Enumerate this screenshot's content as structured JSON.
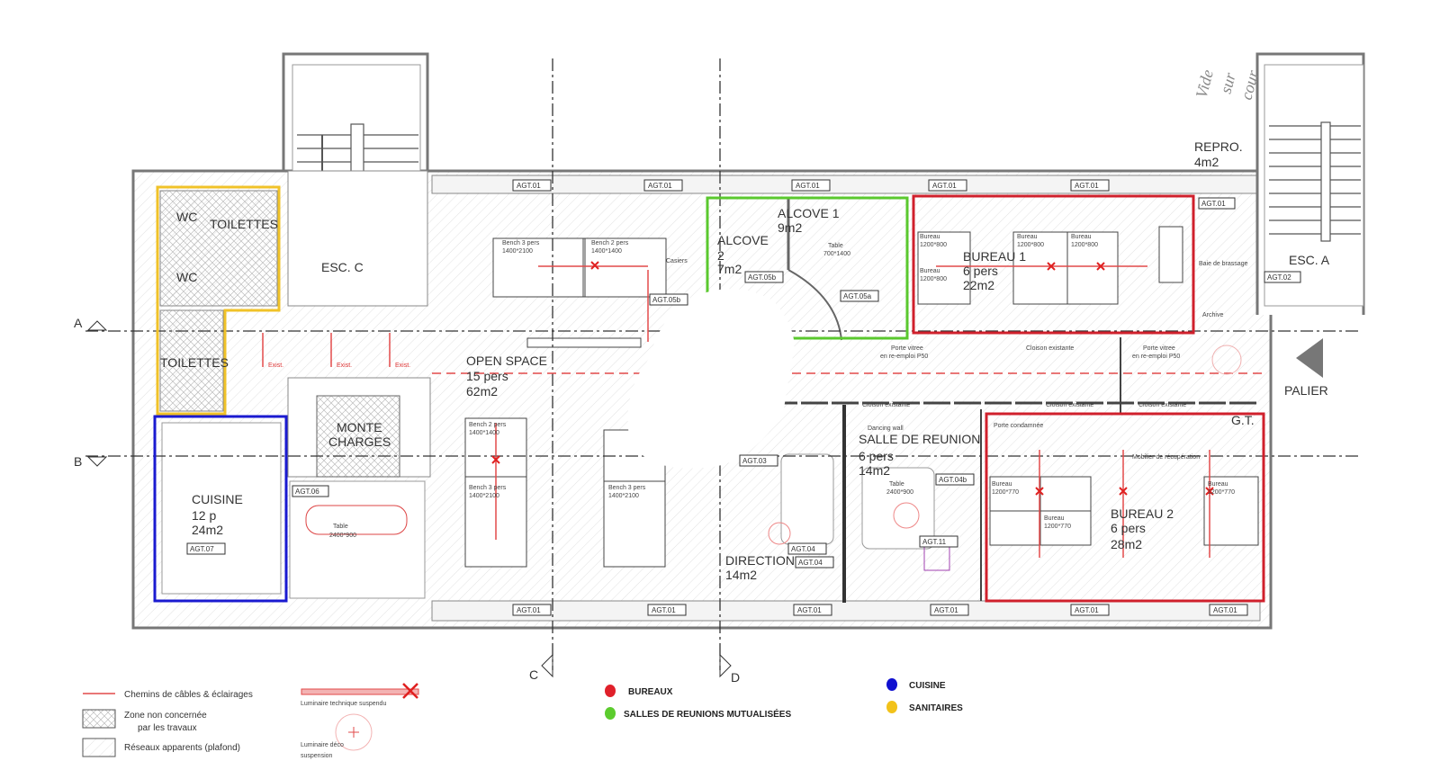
{
  "rooms": {
    "toilettes_top": "TOILETTES",
    "toilettes_bottom": "TOILETTES",
    "wc1": "WC",
    "wc2": "WC",
    "esc_c": "ESC. C",
    "esc_a": "ESC. A",
    "monte_charges_1": "MONTE",
    "monte_charges_2": "CHARGES",
    "cuisine": "CUISINE",
    "cuisine_cap": "12 p",
    "cuisine_area": "24m2",
    "open_space": "OPEN SPACE",
    "open_space_cap": "15 pers",
    "open_space_area": "62m2",
    "alcove2": "ALCOVE",
    "alcove2_num": "2",
    "alcove2_area": "7m2",
    "alcove1": "ALCOVE 1",
    "alcove1_area": "9m2",
    "bureau1": "BUREAU 1",
    "bureau1_cap": "6 pers",
    "bureau1_area": "22m2",
    "salle_reunion": "SALLE DE REUNION",
    "salle_reunion_cap": "6 pers",
    "salle_reunion_area": "14m2",
    "direction": "DIRECTION",
    "direction_area": "14m2",
    "bureau2": "BUREAU 2",
    "bureau2_cap": "6 pers",
    "bureau2_area": "28m2",
    "repro": "REPRO.",
    "repro_area": "4m2",
    "palier": "PALIER",
    "gt": "G.T.",
    "vide": [
      "Vide",
      "sur",
      "cour"
    ]
  },
  "annotations": {
    "bench3": "Bench 3 pers",
    "bench3_dim": "1400*2100",
    "bench2": "Bench 2 pers",
    "bench2_dim": "1400*1400",
    "casiers": "Casiers",
    "bureau_1200_800": "Bureau",
    "dim_1200_800": "1200*800",
    "dim_1200_770": "1200*770",
    "table_alcove": "Table",
    "table_alcove_dim": "700*1400",
    "table_salle": "Table",
    "table_salle_dim": "2400*900",
    "cuisine_table": "Table",
    "cuisine_table_dim": "2400*900",
    "cloison_existante": "Cloison existante",
    "porte_vitree": "Porte vitree",
    "porte_vitree_2": "en re-emploi P50",
    "porte_condamnee": "Porte condamnée",
    "mobilier_recup": "Mobilier de récupération",
    "baie_brassage": "Baie de brassage",
    "dancing_wall": "Dancing wall",
    "existant": "Exist.",
    "archive": "Archive"
  },
  "tags": {
    "agt01": "AGT.01",
    "agt02": "AGT.02",
    "agt03": "AGT.03",
    "agt04": "AGT.04",
    "agt05a": "AGT.05a",
    "agt05b": "AGT.05b",
    "agt06": "AGT.06",
    "agt07": "AGT.07",
    "agt11": "AGT.11",
    "agt04b": "AGT.04b"
  },
  "axes": {
    "a": "A",
    "b": "B",
    "c": "C",
    "d": "D"
  },
  "legend": {
    "cables": "Chemins de câbles & éclairages",
    "zone_1": "Zone non concernée",
    "zone_2": "par les travaux",
    "reseaux": "Réseaux apparents (plafond)",
    "luminaire_tech": "Luminaire technique suspendu",
    "luminaire_deco_1": "Luminaire déco",
    "luminaire_deco_2": "suspension",
    "categories": [
      {
        "label": "BUREAUX",
        "color": "#e0202a"
      },
      {
        "label": "SALLES DE REUNIONS MUTUALISÉES",
        "color": "#5ccc2e"
      },
      {
        "label": "CUISINE",
        "color": "#1010d0"
      },
      {
        "label": "SANITAIRES",
        "color": "#f2c21a"
      }
    ]
  },
  "colors": {
    "bureaux": "#d0202c",
    "reunion": "#5ac82e",
    "cuisine": "#1a1ad0",
    "sanitaires": "#f0c228",
    "cable": "#e24a4a"
  }
}
